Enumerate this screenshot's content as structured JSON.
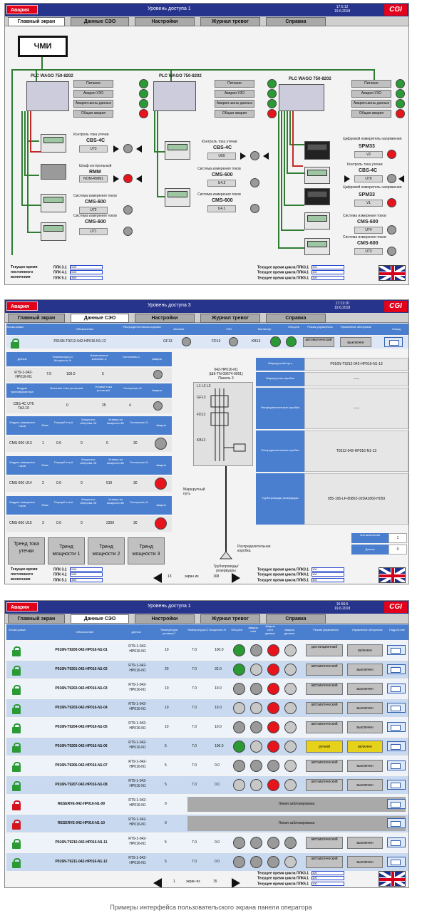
{
  "common": {
    "alarm_label": "Авария",
    "brand": "CGI",
    "tabs": [
      "Главный экран",
      "Данные СЭО",
      "Настройки",
      "Журнал тревог",
      "Справка"
    ],
    "cycle_lines": [
      "Текущее время цикла ПЛК3.1",
      "Текущее время цикла ПЛК4.1",
      "Текущее время цикла ПЛК5.1"
    ],
    "cycle_values": [
      "100",
      "100",
      "100"
    ],
    "uptime_label": "Текущее время постоянного включения",
    "plc_labels": [
      "ПЛК 3.1",
      "ПЛК 4.1",
      "ПЛК 5.1"
    ],
    "uptime_values": [
      "2100",
      "2100",
      "1500"
    ],
    "page_word": "экран из"
  },
  "screen1": {
    "level": "Уровень доступа 1",
    "time": "17:5:12",
    "date": "19.6.2018",
    "hmi": "ЧМИ",
    "plcs": [
      "PLC WAGO 750-8202",
      "PLC WAGO 750-8202",
      "PLC WAGO 750-8202"
    ],
    "status": [
      "Питание",
      "Авария УЗО",
      "Авария шины данных",
      "Общая авария"
    ],
    "col1": {
      "leak": "Контроль тока утечки",
      "cbs": "CBS-4C",
      "cbs_v": "U73",
      "cab": "Шкаф контрольный",
      "rmm": "RMM",
      "rmm_v": "NOM-RMM1",
      "cms_a_lbl": "Система измерения токов",
      "cms_a": "CMS-600",
      "cms_a_v": "U72",
      "cms_b_lbl": "Система измерения токов",
      "cms_b": "CMS-600",
      "cms_b_v": "U71"
    },
    "col2": {
      "leak": "Контроль тока утечки",
      "cbs": "CBS-4C",
      "cbs_v": "U69",
      "cms_a_lbl": "Система измерения токов",
      "cms_a": "CMS-600",
      "cms_a_v": "U4.2",
      "cms_b_lbl": "Система измерения токов",
      "cms_b": "CMS-600",
      "cms_b_v": "U4.1"
    },
    "col3": {
      "spm_lbl": "Цифровой измеритель напряжения",
      "spm": "SPM33",
      "spm_v": "V2",
      "leak": "Контроль тока утечки",
      "cbs": "CBS-4C",
      "cbs_v": "U70",
      "spm2_lbl": "Цифровой измеритель напряжения",
      "spm2": "SPM33",
      "spm2_v": "V1",
      "cms_a_lbl": "Система измерения токов",
      "cms_a": "CMS-600",
      "cms_a_v": "U74",
      "cms_b_lbl": "Система измерения токов",
      "cms_b": "CMS-600",
      "cms_b_v": "U73"
    }
  },
  "screen2": {
    "level": "Уровень доступа 3",
    "time": "17:11:10",
    "date": "19.6.2018",
    "head_cols": [
      "Блоки-ровка",
      "Обозначение",
      "Распределительная коробка",
      "Автомат",
      "УЗО",
      "Контактор",
      "Обо-рев",
      "Режим управления",
      "Управление обогревом",
      "Назад"
    ],
    "row_name": "P016N-T9212-042-HP016-N1-12",
    "row_gf": "GF13",
    "row_fd": "FD13",
    "row_kb": "KB13",
    "row_mode": "автоматический",
    "row_ctrl": "выключен",
    "sensor_hdr": [
      "Датчик",
      "Температура,С/Мощность,%",
      "Номинальное значение,С",
      "Гистерезис,С",
      "Авария"
    ],
    "sensor_row": [
      "RT9-1-042-HP016-N1",
      "7.0",
      "100.0",
      "5"
    ],
    "leak_hdr": [
      "Модуль трансформатора",
      "Значение тока утечки,мА",
      "Уставка тока утечки,мА",
      "Гистерезис,%",
      "Авария"
    ],
    "leak_row": [
      "CBS-4C U76 TA3.10",
      "0",
      "25",
      "4"
    ],
    "mod_hdr": [
      "Модуль измерения токов",
      "Фаза",
      "Текущий ток,А",
      "Мощность обогрева, Вт",
      "Уставка по мощности,Вт",
      "Гистерезис,%",
      "Авария"
    ],
    "mod_rows": [
      [
        "CMS-600 U13",
        "1",
        "0.0",
        "0",
        "0",
        "30"
      ],
      [
        "CMS-600 U14",
        "2",
        "0.0",
        "0",
        "510",
        "30"
      ],
      [
        "CMS-600 U15",
        "3",
        "0.0",
        "0",
        "2300",
        "30"
      ]
    ],
    "trend_btns": [
      "Тренд тока утечки",
      "Тренд мощности 1",
      "Тренд мощности 2",
      "Тренд мощности 3"
    ],
    "diagram_title": [
      "042-HP016-N1",
      "(ШК-TN-09674-0091)",
      "Панель 3"
    ],
    "phase_lbl": "L1 L2 L3",
    "route_lbl": "Маршрутный путь",
    "box_lbl": "Распределительная коробка",
    "reservoir_lbl": "Трубопроводы/ резервуары",
    "info_rows": [
      [
        "Маршрутный путь",
        "P016N-T9212-042-HP016-N1-13"
      ],
      [
        "Маршрутная коробка",
        "-----"
      ],
      [
        "Распределительные коробки",
        "-----"
      ],
      [
        "Распределительная коробка",
        "T9212-042-HP016-N1-13"
      ],
      [
        "Трубопроводы/ резервуары",
        "055-106-LF-80802-02DA1860-H059"
      ]
    ],
    "info_small": [
      [
        "Зон включения",
        "1"
      ],
      [
        "Датчик",
        "0"
      ]
    ],
    "page_no": "13",
    "page_total": "168"
  },
  "screen3": {
    "level": "Уровень доступа 1",
    "time": "16:56:5",
    "date": "19.6.2018",
    "head": [
      "Блоки-ровка",
      "Обозначение",
      "Датчик",
      "Температура уставка,С",
      "Температура,С/ Мощность,%",
      "Обо-рев",
      "Авария тока",
      "Авария сети данных",
      "Авария датчика",
      "Режим управления",
      "Управление обогревом",
      "Подроб-нее"
    ],
    "rows": [
      {
        "name": "P016N-T9200-042-HP016-N1-01",
        "sensor": "RT9-1-042-HP016-N1",
        "set": "10",
        "t": "7.0",
        "p": "100.0",
        "mode": "дистанционный",
        "ctrl": "включен"
      },
      {
        "name": "P016N-T9201-042-HP016-N1-02",
        "sensor": "RT9-1-042-HP016-N1",
        "set": "20",
        "t": "7.0",
        "p": "32.0",
        "mode": "автоматический",
        "ctrl": "выключен"
      },
      {
        "name": "P016N-T9202-042-HP016-N1-03",
        "sensor": "RT9-1-042-HP016-N1",
        "set": "10",
        "t": "7.0",
        "p": "10.0",
        "mode": "автоматический",
        "ctrl": "выключен"
      },
      {
        "name": "P016N-T9203-042-HP016-N1-04",
        "sensor": "RT9-1-042-HP016-N1",
        "set": "10",
        "t": "7.0",
        "p": "10.0",
        "mode": "автоматический",
        "ctrl": "выключен"
      },
      {
        "name": "P016N-T9204-042-HP016-N1-05",
        "sensor": "RT9-1-042-HP016-N1",
        "set": "10",
        "t": "7.0",
        "p": "10.0",
        "mode": "автоматический",
        "ctrl": "выключен"
      },
      {
        "name": "P016N-T9205-042-HP016-N1-06",
        "sensor": "RT9-1-042-HP016-N1",
        "set": "5",
        "t": "7.0",
        "p": "100.0",
        "mode": "ручной",
        "ctrl": "включен"
      },
      {
        "name": "P016N-T9206-042-HP016-N1-07",
        "sensor": "RT9-1-042-HP016-N1",
        "set": "5",
        "t": "7.0",
        "p": "0.0",
        "mode": "автоматический",
        "ctrl": "выключен"
      },
      {
        "name": "P016N-T9207-042-HP016-N1-08",
        "sensor": "RT9-1-042-HP016-N1",
        "set": "5",
        "t": "7.0",
        "p": "0.0",
        "mode": "автоматический",
        "ctrl": "выключен"
      },
      {
        "name": "RESERVE-042-HP016-N1-09",
        "sensor": "RT9-1-042-HP016-N1",
        "set": "0",
        "t": "",
        "p": "",
        "blocked": "Линия заблокирована"
      },
      {
        "name": "RESERVE-042-HP016-N1-10",
        "sensor": "RT9-1-042-HP016-N1",
        "set": "0",
        "t": "",
        "p": "",
        "blocked": "Линия заблокирована"
      },
      {
        "name": "P016N-T9210-042-HP016-N1-11",
        "sensor": "RT9-1-042-HP016-N1",
        "set": "5",
        "t": "7.0",
        "p": "0.0",
        "mode": "автоматический",
        "ctrl": "выключен"
      },
      {
        "name": "P016N-T9211-042-HP016-N1-12",
        "sensor": "RT9-1-042-HP016-N1",
        "set": "5",
        "t": "7.0",
        "p": "0.0",
        "mode": "автоматический",
        "ctrl": "выключен"
      }
    ],
    "page_no": "1",
    "page_total": "15"
  },
  "caption": "Примеры интерфейса пользовательского экрана панели оператора"
}
